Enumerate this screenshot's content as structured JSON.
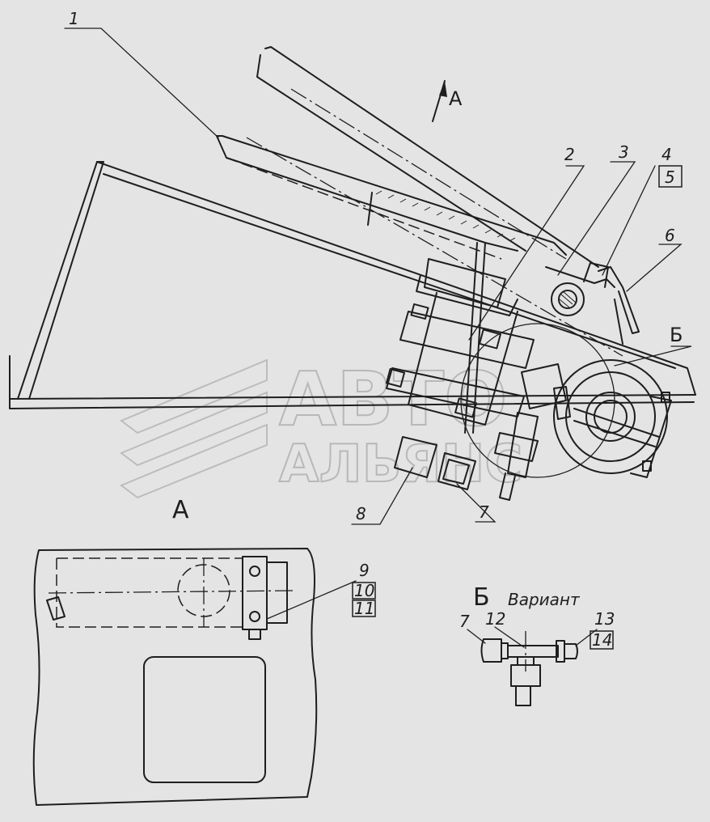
{
  "labels": {
    "l1": "1",
    "l2": "2",
    "l3": "3",
    "l4": "4",
    "l5": "5",
    "l6": "6",
    "l7": "7",
    "l8": "8",
    "l9": "9",
    "l10": "10",
    "l11": "11",
    "l12": "12",
    "l13": "13",
    "l14": "14",
    "view_a_arrow": "A",
    "view_b_arrow": "Б",
    "view_a_title": "A",
    "view_b_title": "Б",
    "variant": "Вариант",
    "b_detail_7": "7"
  },
  "watermark": {
    "line1": "АВТО",
    "line2": "АЛЬЯНС"
  },
  "colors": {
    "background": "#e4e4e4",
    "line": "#1e1e1e",
    "watermark": "#b8b8b8"
  }
}
